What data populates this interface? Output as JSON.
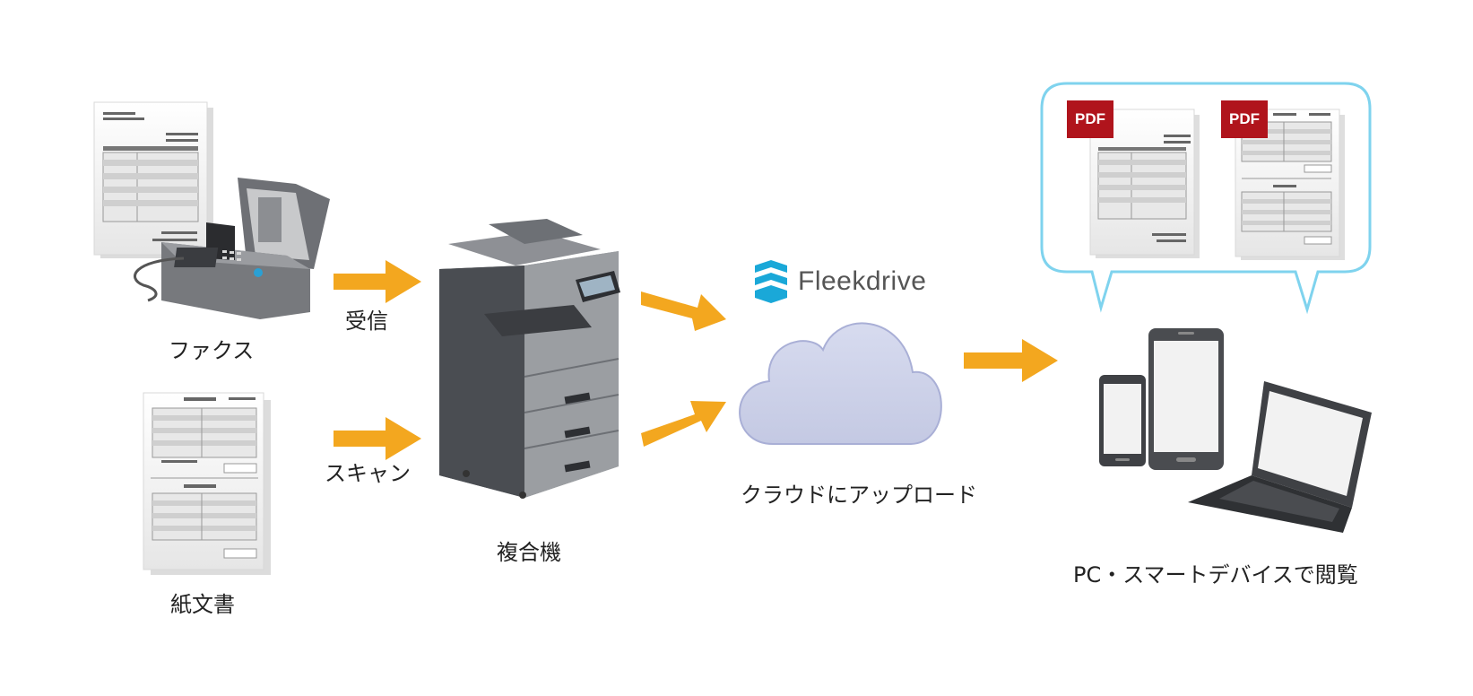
{
  "labels": {
    "fax": "ファクス",
    "receive": "受信",
    "paper_docs": "紙文書",
    "scan": "スキャン",
    "mfp": "複合機",
    "upload": "クラウドにアップロード",
    "view": "PC・スマートデバイスで閲覧"
  },
  "brand": {
    "name": "Fleekdrive"
  },
  "badges": {
    "pdf1": "PDF",
    "pdf2": "PDF"
  },
  "colors": {
    "arrow": "#F3A71F",
    "cloud_fill": "#CDD1E8",
    "cloud_stroke": "#A9AFD6",
    "bubble_stroke": "#7FD3EE",
    "pdf_badge": "#B0141C",
    "brand_icon": "#1AA8D8"
  },
  "icons": [
    "fax-machine-icon",
    "paper-document-icon",
    "multifunction-printer-icon",
    "cloud-icon",
    "fleekdrive-logo-icon",
    "smartphone-icon",
    "tablet-icon",
    "laptop-icon",
    "pdf-document-icon"
  ]
}
